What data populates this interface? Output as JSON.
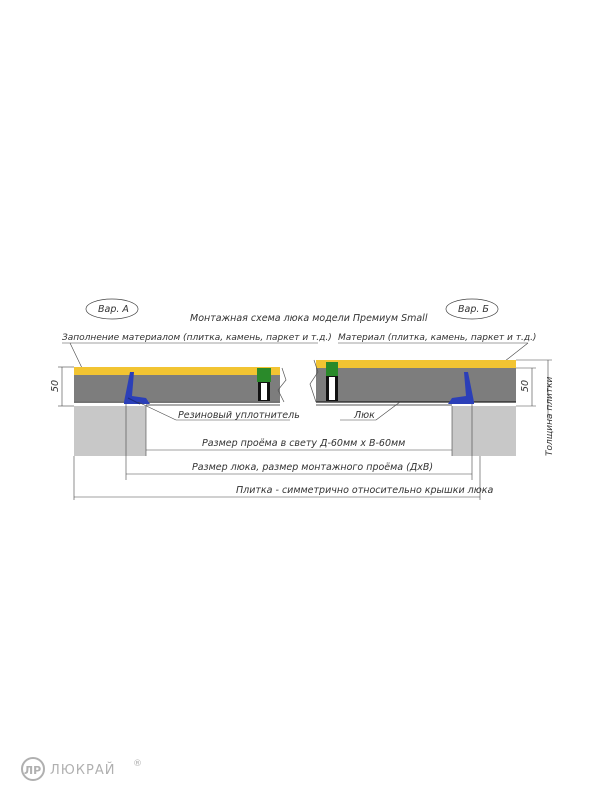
{
  "title": "Монтажная схема люка модели Премиум Small",
  "variant_a": "Вар. А",
  "variant_b": "Вар. Б",
  "label_fill_material": "Заполнение материалом (плитка, камень, паркет и т.д.)",
  "label_material": "Материал (плитка, камень, паркет и т.д.)",
  "label_seal": "Резиновый уплотнитель",
  "label_hatch": "Люк",
  "label_opening": "Размер проёма в свету Д-60мм х В-60мм",
  "label_hatch_size": "Размер люка, размер монтажного проёма (ДхВ)",
  "label_tile_sym": "Плитка - симметрично относительно крышки люка",
  "label_tile_thickness": "Толщина плитки",
  "dim_left": "50",
  "dim_right": "50",
  "brand": {
    "mark": "ЛР",
    "name": "ЛЮКРАЙ",
    "registered": "®"
  },
  "colors": {
    "tile": "#f2c432",
    "hatch_body": "#7d7d7d",
    "wall": "#c8c8c8",
    "profile": "#2b3fb8",
    "seal": "#2a8a2a"
  }
}
